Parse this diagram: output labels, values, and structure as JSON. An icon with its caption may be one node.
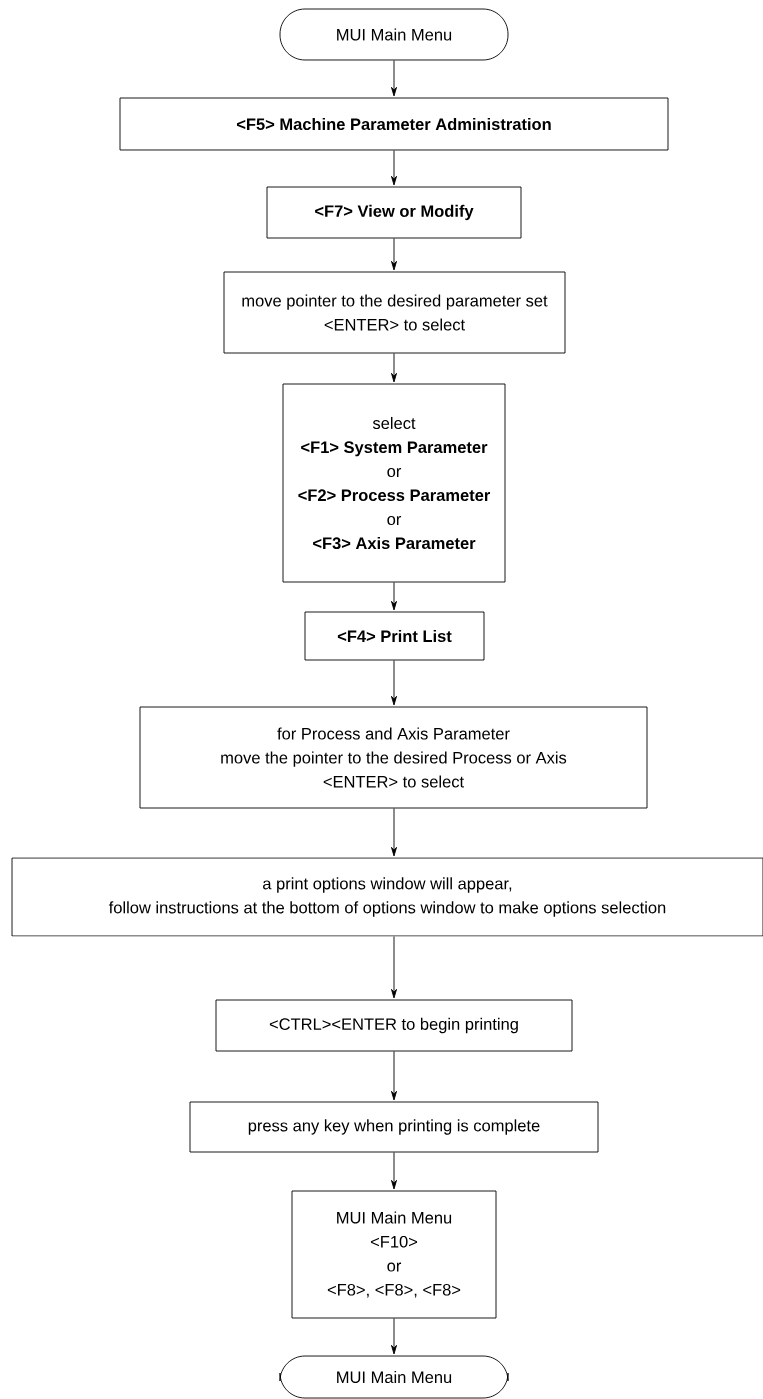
{
  "diagram": {
    "nodes": [
      {
        "text": [
          "MUI Main Menu"
        ]
      },
      {
        "text": [
          "**<F5> Machine Parameter Administration**"
        ]
      },
      {
        "text": [
          "**<F7> View or Modify**"
        ]
      },
      {
        "text": [
          "move pointer to the desired parameter set",
          "<ENTER> to select"
        ]
      },
      {
        "text": [
          "select",
          "**<F1> System Parameter**",
          "or",
          "**<F2> Process Parameter**",
          "or",
          "**<F3> Axis Parameter**"
        ]
      },
      {
        "text": [
          "**<F4> Print List**"
        ]
      },
      {
        "text": [
          "for Process and Axis Parameter",
          "move the pointer to the desired Process or Axis",
          "<ENTER> to select"
        ]
      },
      {
        "text": [
          "a print options window will appear,",
          "follow instructions at the bottom of options window to make options selection"
        ]
      },
      {
        "text": [
          "<CTRL><ENTER to begin printing"
        ]
      },
      {
        "text": [
          "press any key when printing is complete"
        ]
      },
      {
        "text": [
          "MUI Main Menu",
          "<F10>",
          "or",
          "<F8>, <F8>, <F8>"
        ]
      },
      {
        "text": [
          "MUI Main Menu"
        ]
      }
    ],
    "edges": [
      {
        "from": 0,
        "to": 1,
        "arrow": "to"
      },
      {
        "from": 1,
        "to": 2,
        "arrow": "to"
      },
      {
        "from": 2,
        "to": 3,
        "arrow": "to"
      },
      {
        "from": 3,
        "to": 4,
        "arrow": "to"
      },
      {
        "from": 4,
        "to": 5,
        "arrow": "to"
      },
      {
        "from": 5,
        "to": 6,
        "arrow": "to"
      },
      {
        "from": 6,
        "to": 7,
        "arrow": "to"
      },
      {
        "from": 7,
        "to": 8,
        "arrow": "to"
      },
      {
        "from": 8,
        "to": 9,
        "arrow": "to"
      },
      {
        "from": 9,
        "to": 10,
        "arrow": "to"
      },
      {
        "from": 10,
        "to": 11,
        "arrow": "to"
      }
    ]
  }
}
